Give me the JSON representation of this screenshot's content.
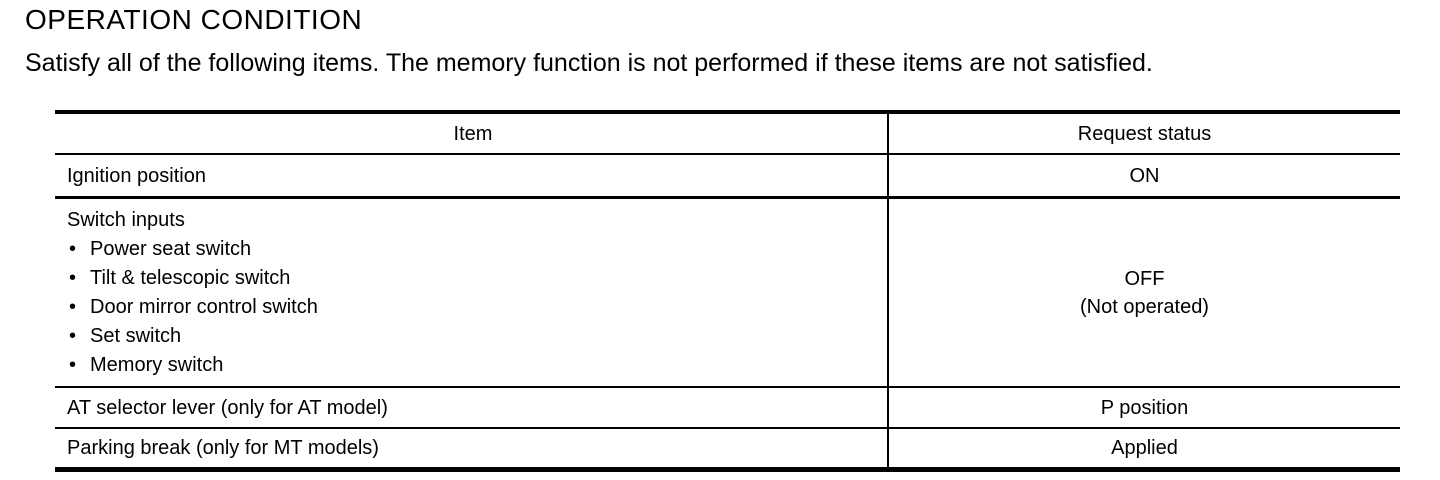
{
  "page": {
    "title": "OPERATION CONDITION",
    "intro": "Satisfy all of the following items. The memory function is not performed if these items are not satisfied."
  },
  "table": {
    "bullet_char": "•",
    "headers": [
      "Item",
      "Request status"
    ],
    "rows": [
      {
        "item": "Ignition position",
        "status": [
          "ON"
        ]
      },
      {
        "item": "Switch inputs",
        "bullets": [
          "Power seat switch",
          "Tilt & telescopic switch",
          "Door mirror control switch",
          "Set switch",
          "Memory switch"
        ],
        "status": [
          "OFF",
          "(Not operated)"
        ]
      },
      {
        "item": "AT selector lever (only for AT model)",
        "status": [
          "P position"
        ]
      },
      {
        "item": "Parking break (only for MT models)",
        "status": [
          "Applied"
        ]
      }
    ]
  },
  "colors": {
    "text": "#000000",
    "background": "#ffffff",
    "border": "#000000"
  }
}
